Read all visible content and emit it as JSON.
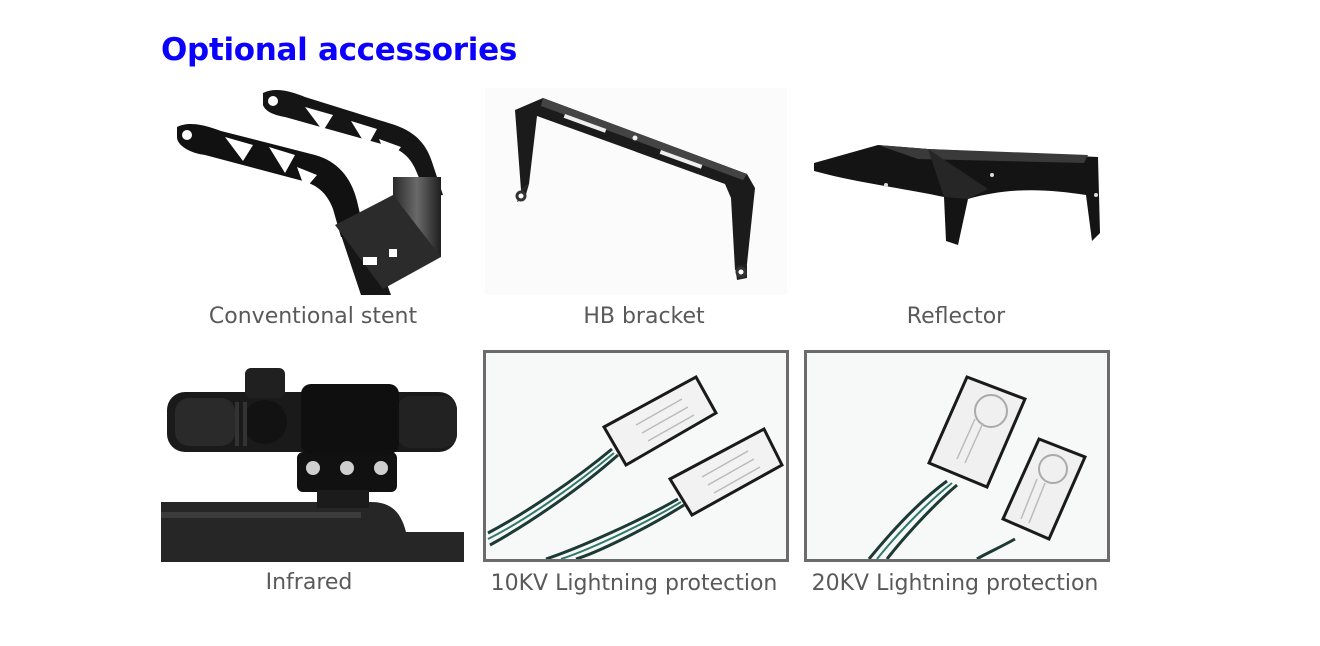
{
  "page": {
    "title": "Optional accessories"
  },
  "accessories": [
    {
      "label": "Conventional stent",
      "icon": "conventional-stent-image"
    },
    {
      "label": "HB bracket",
      "icon": "hb-bracket-image"
    },
    {
      "label": "Reflector",
      "icon": "reflector-image"
    },
    {
      "label": "Infrared",
      "icon": "infrared-sensor-image"
    },
    {
      "label": "10KV Lightning protection",
      "icon": "surge-protector-10kv-image"
    },
    {
      "label": "20KV Lightning protection",
      "icon": "surge-protector-20kv-image"
    }
  ],
  "colors": {
    "title": "#0b00ff",
    "label": "#595959",
    "frame": "#6b6b6b"
  }
}
